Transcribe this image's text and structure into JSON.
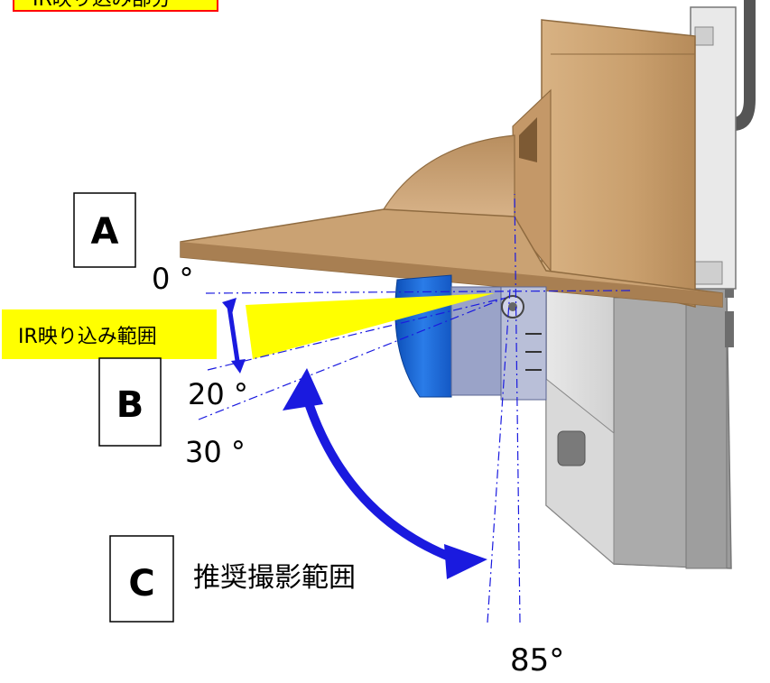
{
  "header_label": "IR映り込み部分",
  "ir_range_label": "IR映り込み範囲",
  "recommended_range_label": "推奨撮影範囲",
  "boxes": {
    "a": "A",
    "b": "B",
    "c": "C"
  },
  "angles": {
    "a0": "0 °",
    "a20": "20 °",
    "a30": "30 °",
    "a85": "85°"
  },
  "colors": {
    "hood": "#c9a070",
    "hood_dark": "#a77d50",
    "lens_blue": "#1f6fd8",
    "arrow_blue": "#1a1adf",
    "ir_yellow": "#ffff00",
    "header_bg": "#ffff00",
    "header_border": "#ff0000",
    "dashline": "#1a1adf",
    "body_gray": "#cfcfcf"
  }
}
